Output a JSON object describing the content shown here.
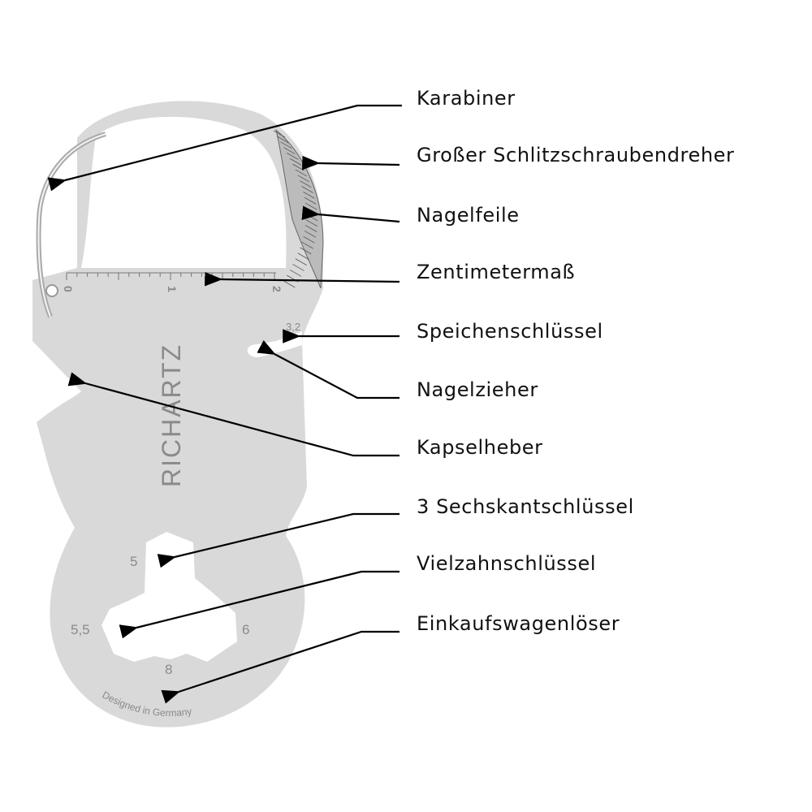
{
  "labels": [
    "Karabiner",
    "Großer Schlitzschraubendreher",
    "Nagelfeile",
    "Zentimetermaß",
    "Speichenschlüssel",
    "Nagelzieher",
    "Kapselheber",
    "3 Sechskantschlüssel",
    "Vielzahnschlüssel",
    "Einkaufswagenlöser"
  ],
  "tool": {
    "brand": "RICHARTZ",
    "ruler_numbers": [
      "0",
      "1",
      "2"
    ],
    "spoke_size": "3,2",
    "hex_sizes": [
      "5",
      "5,5",
      "6",
      "8"
    ],
    "imprint": "Designed in Germany"
  },
  "colors": {
    "metal": "#d9d9d9",
    "engraving": "#8a8a8a",
    "arrow": "#000000"
  }
}
